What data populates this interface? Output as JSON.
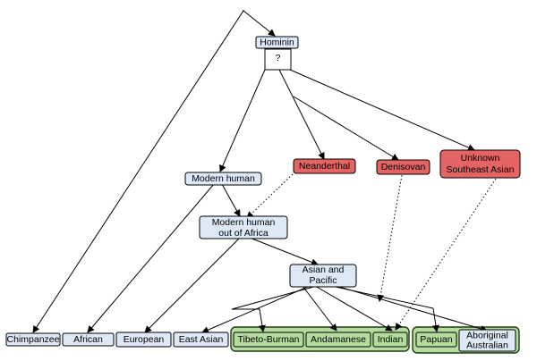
{
  "palette": {
    "blue": "#dde9f6",
    "red": "#e46464",
    "green": "#b4dc9f",
    "white": "#ffffff",
    "line": "#000000"
  },
  "nodes": {
    "hominin": "Hominin",
    "unknown_ancestor": "?",
    "modern_human": "Modern human",
    "out_of_africa": [
      "Modern human",
      "out of Africa"
    ],
    "neanderthal": "Neanderthal",
    "denisovan": "Denisovan",
    "unknown_se_asian": [
      "Unknown",
      "Southeast Asian"
    ],
    "asian_pacific": [
      "Asian and",
      "Pacific"
    ],
    "chimpanzee": "Chimpanzee",
    "african": "African",
    "european": "European",
    "east_asian": "East Asian",
    "tibeto_burman": "Tibeto-Burman",
    "andamanese": "Andamanese",
    "indian": "Indian",
    "papuan": "Papuan",
    "aboriginal_australian": [
      "Aboriginal",
      "Australian"
    ]
  }
}
